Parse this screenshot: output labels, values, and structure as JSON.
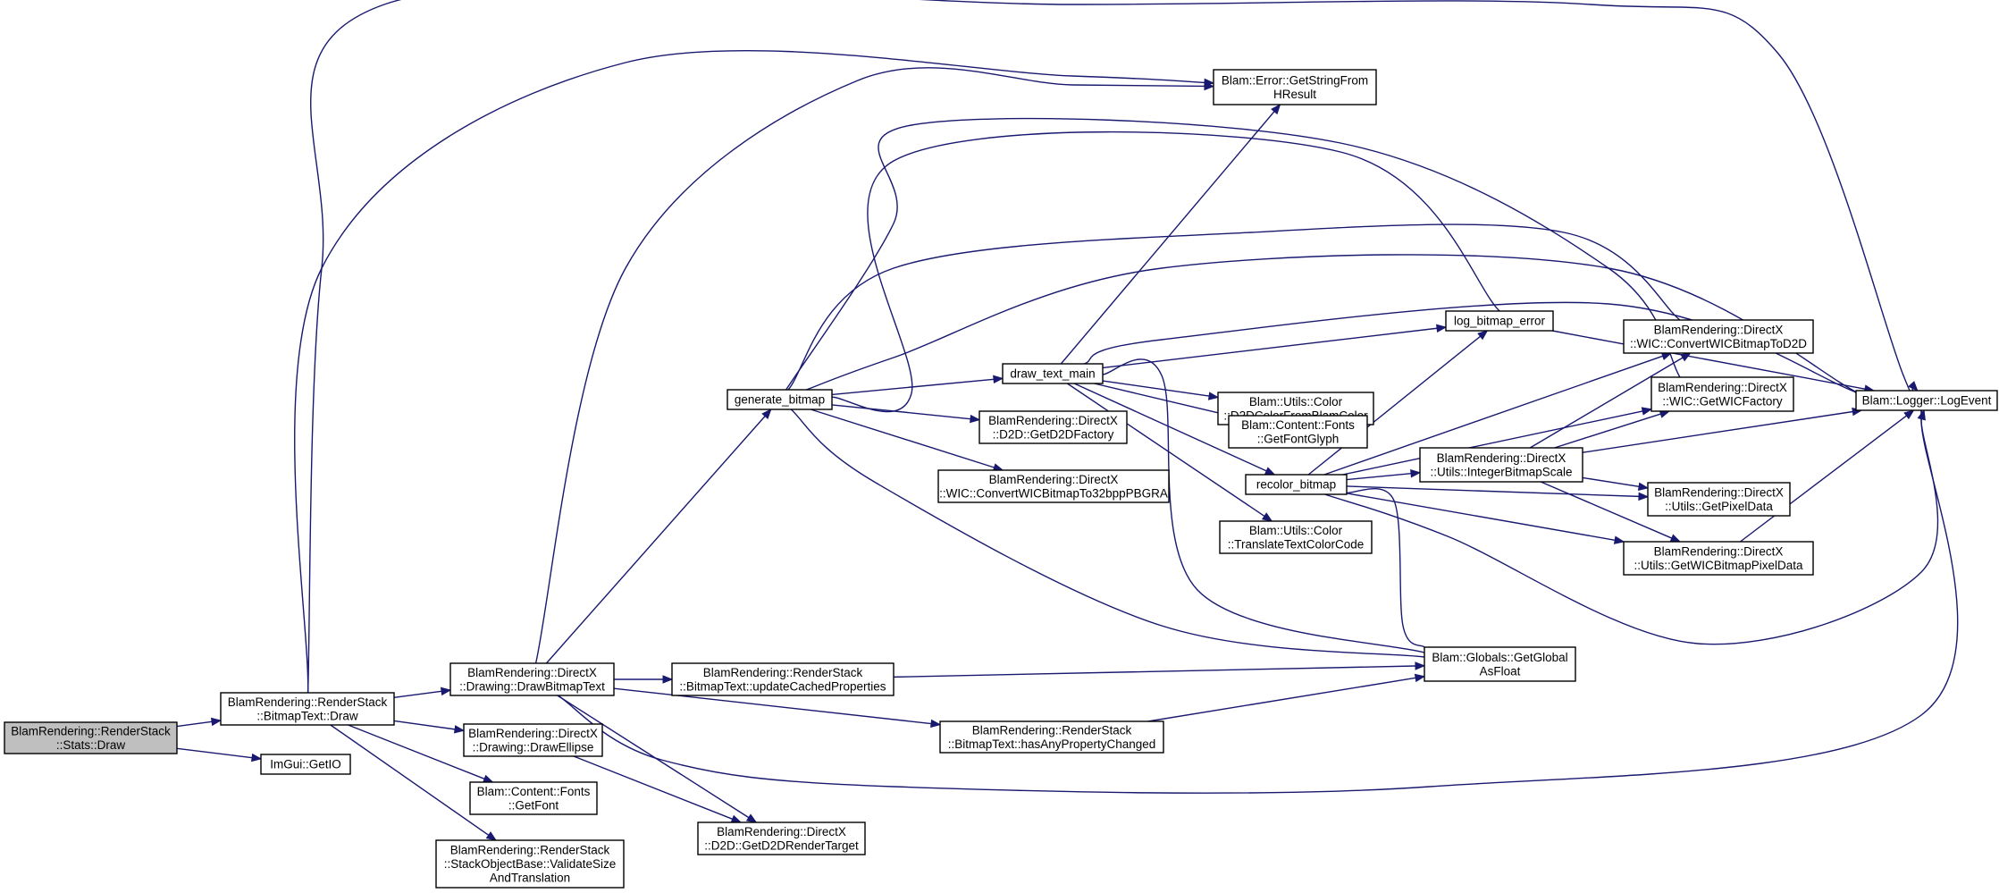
{
  "nodes": [
    {
      "id": "stats_draw",
      "lines": [
        "BlamRendering::RenderStack",
        "::Stats::Draw"
      ],
      "root": true
    },
    {
      "id": "bitmaptext_draw",
      "lines": [
        "BlamRendering::RenderStack",
        "::BitmapText::Draw"
      ]
    },
    {
      "id": "imgui_getio",
      "lines": [
        "ImGui::GetIO"
      ]
    },
    {
      "id": "draw_bitmap_text",
      "lines": [
        "BlamRendering::DirectX",
        "::Drawing::DrawBitmapText"
      ]
    },
    {
      "id": "draw_ellipse",
      "lines": [
        "BlamRendering::DirectX",
        "::Drawing::DrawEllipse"
      ]
    },
    {
      "id": "get_font",
      "lines": [
        "Blam::Content::Fonts",
        "::GetFont"
      ]
    },
    {
      "id": "validate_size",
      "lines": [
        "BlamRendering::RenderStack",
        "::StackObjectBase::ValidateSize",
        "AndTranslation"
      ]
    },
    {
      "id": "generate_bitmap",
      "lines": [
        "generate_bitmap"
      ]
    },
    {
      "id": "update_cached",
      "lines": [
        "BlamRendering::RenderStack",
        "::BitmapText::updateCachedProperties"
      ]
    },
    {
      "id": "has_any_prop",
      "lines": [
        "BlamRendering::RenderStack",
        "::BitmapText::hasAnyPropertyChanged"
      ]
    },
    {
      "id": "get_d2d_render_target",
      "lines": [
        "BlamRendering::DirectX",
        "::D2D::GetD2DRenderTarget"
      ]
    },
    {
      "id": "draw_text_main",
      "lines": [
        "draw_text_main"
      ]
    },
    {
      "id": "get_d2d_factory",
      "lines": [
        "BlamRendering::DirectX",
        "::D2D::GetD2DFactory"
      ]
    },
    {
      "id": "convert_32bpp",
      "lines": [
        "BlamRendering::DirectX",
        "::WIC::ConvertWICBitmapTo32bppPBGRA"
      ]
    },
    {
      "id": "get_string_hresult",
      "lines": [
        "Blam::Error::GetStringFrom",
        "HResult"
      ]
    },
    {
      "id": "log_bitmap_error",
      "lines": [
        "log_bitmap_error"
      ]
    },
    {
      "id": "d2d_color",
      "lines": [
        "Blam::Utils::Color",
        "::D2DColorFromBlamColor"
      ]
    },
    {
      "id": "get_font_glyph",
      "lines": [
        "Blam::Content::Fonts",
        "::GetFontGlyph"
      ]
    },
    {
      "id": "recolor_bitmap",
      "lines": [
        "recolor_bitmap"
      ]
    },
    {
      "id": "translate_text_color",
      "lines": [
        "Blam::Utils::Color",
        "::TranslateTextColorCode"
      ]
    },
    {
      "id": "get_global_float",
      "lines": [
        "Blam::Globals::GetGlobal",
        "AsFloat"
      ]
    },
    {
      "id": "integer_bitmap_scale",
      "lines": [
        "BlamRendering::DirectX",
        "::Utils::IntegerBitmapScale"
      ]
    },
    {
      "id": "convert_to_d2d",
      "lines": [
        "BlamRendering::DirectX",
        "::WIC::ConvertWICBitmapToD2D"
      ]
    },
    {
      "id": "get_wic_factory",
      "lines": [
        "BlamRendering::DirectX",
        "::WIC::GetWICFactory"
      ]
    },
    {
      "id": "get_pixel_data",
      "lines": [
        "BlamRendering::DirectX",
        "::Utils::GetPixelData"
      ]
    },
    {
      "id": "get_wic_bitmap_pixel",
      "lines": [
        "BlamRendering::DirectX",
        "::Utils::GetWICBitmapPixelData"
      ]
    },
    {
      "id": "log_event",
      "lines": [
        "Blam::Logger::LogEvent"
      ]
    }
  ],
  "edges": [
    [
      "stats_draw",
      "bitmaptext_draw"
    ],
    [
      "stats_draw",
      "imgui_getio"
    ],
    [
      "bitmaptext_draw",
      "draw_bitmap_text"
    ],
    [
      "bitmaptext_draw",
      "draw_ellipse"
    ],
    [
      "bitmaptext_draw",
      "get_font"
    ],
    [
      "bitmaptext_draw",
      "validate_size"
    ],
    [
      "bitmaptext_draw",
      "get_string_hresult"
    ],
    [
      "bitmaptext_draw",
      "log_event"
    ],
    [
      "draw_bitmap_text",
      "generate_bitmap"
    ],
    [
      "draw_bitmap_text",
      "update_cached"
    ],
    [
      "draw_bitmap_text",
      "has_any_prop"
    ],
    [
      "draw_bitmap_text",
      "get_d2d_render_target"
    ],
    [
      "draw_bitmap_text",
      "get_string_hresult"
    ],
    [
      "draw_bitmap_text",
      "log_event"
    ],
    [
      "draw_ellipse",
      "get_d2d_render_target"
    ],
    [
      "generate_bitmap",
      "draw_text_main"
    ],
    [
      "generate_bitmap",
      "get_d2d_factory"
    ],
    [
      "generate_bitmap",
      "convert_32bpp"
    ],
    [
      "generate_bitmap",
      "get_global_float"
    ],
    [
      "generate_bitmap",
      "log_bitmap_error"
    ],
    [
      "generate_bitmap",
      "convert_to_d2d"
    ],
    [
      "generate_bitmap",
      "get_wic_factory"
    ],
    [
      "generate_bitmap",
      "log_event"
    ],
    [
      "update_cached",
      "get_global_float"
    ],
    [
      "has_any_prop",
      "get_global_float"
    ],
    [
      "draw_text_main",
      "get_string_hresult"
    ],
    [
      "draw_text_main",
      "log_bitmap_error"
    ],
    [
      "draw_text_main",
      "d2d_color"
    ],
    [
      "draw_text_main",
      "get_font_glyph"
    ],
    [
      "draw_text_main",
      "recolor_bitmap"
    ],
    [
      "draw_text_main",
      "translate_text_color"
    ],
    [
      "draw_text_main",
      "get_global_float"
    ],
    [
      "draw_text_main",
      "log_event"
    ],
    [
      "log_bitmap_error",
      "log_event"
    ],
    [
      "recolor_bitmap",
      "log_bitmap_error"
    ],
    [
      "recolor_bitmap",
      "convert_to_d2d"
    ],
    [
      "recolor_bitmap",
      "get_wic_factory"
    ],
    [
      "recolor_bitmap",
      "integer_bitmap_scale"
    ],
    [
      "recolor_bitmap",
      "get_pixel_data"
    ],
    [
      "recolor_bitmap",
      "get_wic_bitmap_pixel"
    ],
    [
      "recolor_bitmap",
      "get_global_float"
    ],
    [
      "recolor_bitmap",
      "log_event"
    ],
    [
      "integer_bitmap_scale",
      "convert_to_d2d"
    ],
    [
      "integer_bitmap_scale",
      "get_wic_factory"
    ],
    [
      "integer_bitmap_scale",
      "get_pixel_data"
    ],
    [
      "integer_bitmap_scale",
      "get_wic_bitmap_pixel"
    ],
    [
      "integer_bitmap_scale",
      "log_event"
    ],
    [
      "get_wic_bitmap_pixel",
      "log_event"
    ]
  ],
  "colors": {
    "edge": "#191970",
    "root_fill": "#bfbfbf",
    "node_fill": "#ffffff",
    "node_border": "#000000"
  }
}
